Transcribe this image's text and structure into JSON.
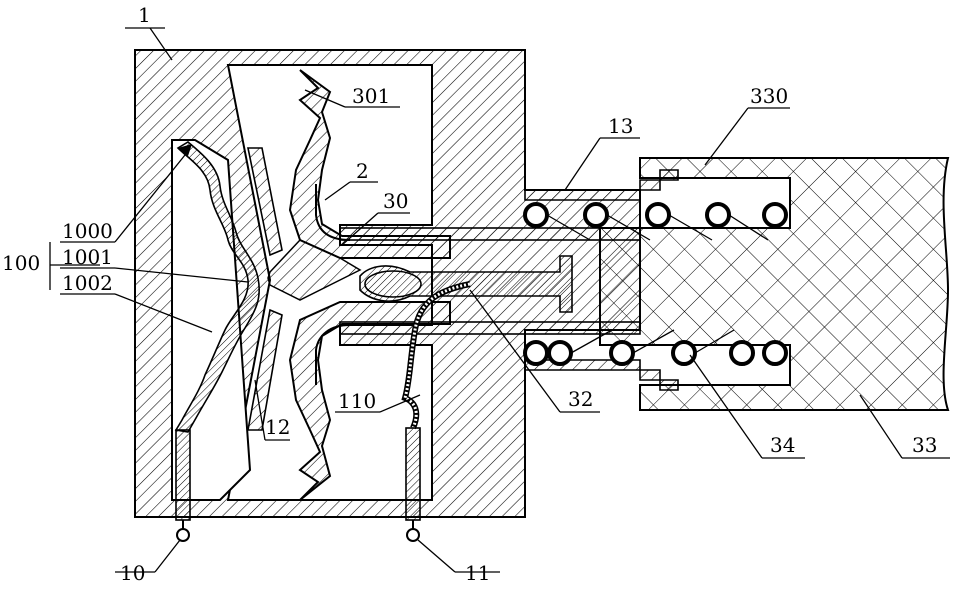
{
  "labels": {
    "l1": "1",
    "l301": "301",
    "l13": "13",
    "l330": "330",
    "l2": "2",
    "l30": "30",
    "l1000": "1000",
    "l100": "100",
    "l1001": "1001",
    "l1002": "1002",
    "l110": "110",
    "l12": "12",
    "l32": "32",
    "l34": "34",
    "l33": "33",
    "l10": "10",
    "l11": "11"
  }
}
